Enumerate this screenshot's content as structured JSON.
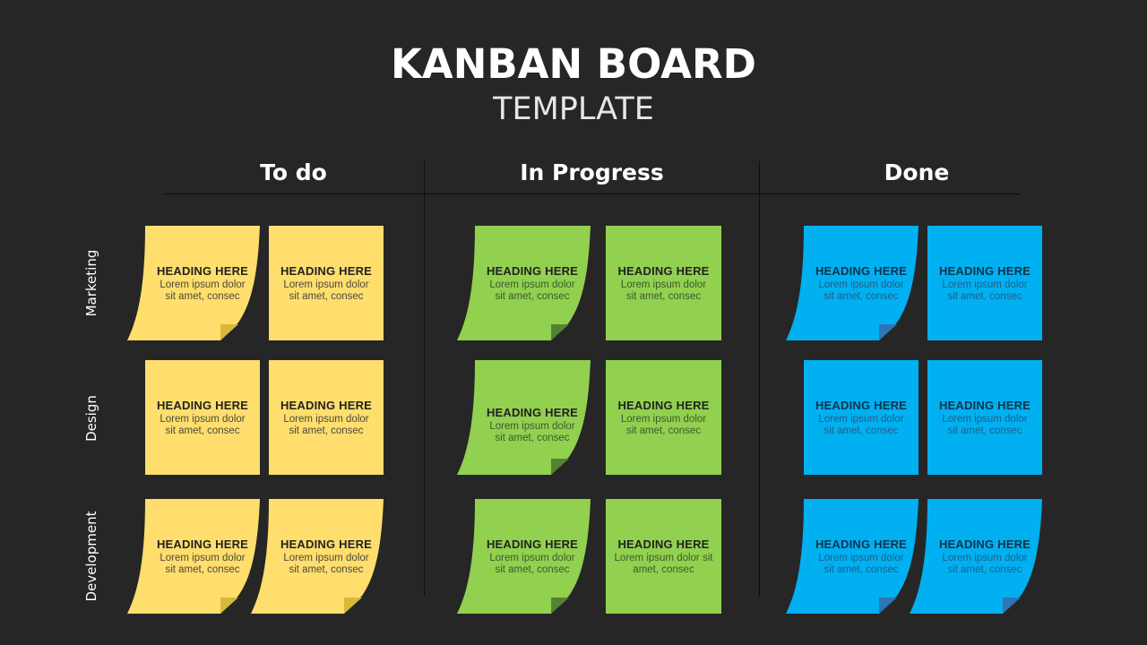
{
  "title": "KANBAN BOARD",
  "subtitle": "TEMPLATE",
  "columns": [
    {
      "label": "To do",
      "color": "#FFDE6E",
      "fold_color": "#D8B93A"
    },
    {
      "label": "In Progress",
      "color": "#92D050",
      "fold_color": "#548235"
    },
    {
      "label": "Done",
      "color": "#00B0F0",
      "fold_color": "#2E75B6"
    }
  ],
  "rows": [
    {
      "label": "Marketing"
    },
    {
      "label": "Design"
    },
    {
      "label": "Development"
    }
  ],
  "cards": {
    "r0c0a": {
      "heading": "HEADING HERE",
      "body": "Lorem ipsum dolor sit amet, consec"
    },
    "r0c0b": {
      "heading": "HEADING HERE",
      "body": "Lorem ipsum dolor sit amet, consec"
    },
    "r0c1a": {
      "heading": "HEADING HERE",
      "body": "Lorem ipsum dolor sit amet, consec"
    },
    "r0c1b": {
      "heading": "HEADING HERE",
      "body": "Lorem ipsum dolor sit amet, consec"
    },
    "r0c2a": {
      "heading": "HEADING HERE",
      "body": "Lorem ipsum dolor sit amet, consec"
    },
    "r0c2b": {
      "heading": "HEADING HERE",
      "body": "Lorem ipsum dolor sit amet, consec"
    },
    "r1c0a": {
      "heading": "HEADING HERE",
      "body": "Lorem ipsum dolor sit amet, consec"
    },
    "r1c0b": {
      "heading": "HEADING HERE",
      "body": "Lorem ipsum dolor sit amet, consec"
    },
    "r1c1a": {
      "heading": "HEADING HERE",
      "body": "Lorem ipsum dolor sit amet, consec"
    },
    "r1c1b": {
      "heading": "HEADING HERE",
      "body": "Lorem ipsum dolor sit amet, consec"
    },
    "r1c2a": {
      "heading": "HEADING HERE",
      "body": "Lorem ipsum dolor sit amet, consec"
    },
    "r1c2b": {
      "heading": "HEADING HERE",
      "body": "Lorem ipsum dolor sit amet, consec"
    },
    "r2c0a": {
      "heading": "HEADING HERE",
      "body": "Lorem ipsum dolor sit amet, consec"
    },
    "r2c0b": {
      "heading": "HEADING HERE",
      "body": "Lorem ipsum dolor sit amet, consec"
    },
    "r2c1a": {
      "heading": "HEADING HERE",
      "body": "Lorem ipsum dolor sit amet, consec"
    },
    "r2c1b": {
      "heading": "HEADING HERE",
      "body": "Lorem ipsum dolor sit amet, consec"
    },
    "r2c2a": {
      "heading": "HEADING HERE",
      "body": "Lorem ipsum dolor sit amet, consec"
    },
    "r2c2b": {
      "heading": "HEADING HERE",
      "body": "Lorem ipsum dolor sit amet, consec"
    }
  }
}
